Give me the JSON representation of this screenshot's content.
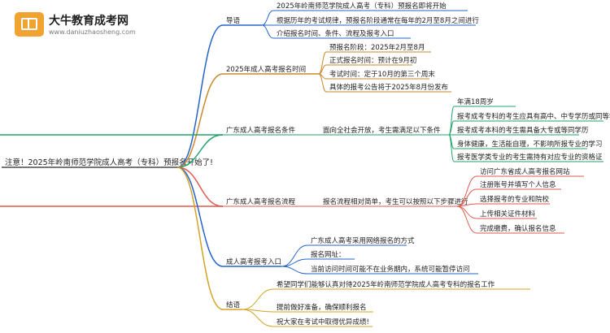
{
  "site": {
    "name": "大牛教育成考网",
    "url": "www.daniuzhaosheng.com"
  },
  "root": "注意！2025年岭南师范学院成人高考（专科）预报名开始了!",
  "branches": [
    {
      "label": "导语",
      "color": "#2563c9",
      "children": [
        {
          "label": "2025年岭南师范学院成人高考（专科）预报名即将开始"
        },
        {
          "label": "根据历年的考试规律，预报名阶段通常在每年的2月至8月之间进行"
        },
        {
          "label": "介绍报名时间、条件、流程及报考入口"
        }
      ]
    },
    {
      "label": "2025年成人高考报名时间",
      "color": "#c98a2b",
      "children": [
        {
          "label": "预报名阶段：2025年2月至8月"
        },
        {
          "label": "正式报名时间：预计在9月初"
        },
        {
          "label": "考试时间：定于10月的第三个周末"
        },
        {
          "label": "具体的报考公告将于2025年8月份发布"
        }
      ]
    },
    {
      "label": "广东成人高考报名条件",
      "color": "#22a36b",
      "children": [
        {
          "label": "面向全社会开放，考生需满足以下条件",
          "children": [
            {
              "label": "年满18周岁"
            },
            {
              "label": "报考成考专科的考生应具有高中、中专学历或同等学力"
            },
            {
              "label": "报考成考本科的考生需具备大专或等同学历"
            },
            {
              "label": "身体健康，生活能自理，不影响所报专业的学习"
            },
            {
              "label": "报考医学类专业的考生需持有对应专业的资格证"
            }
          ]
        }
      ]
    },
    {
      "label": "广东成人高考报名流程",
      "color": "#e05a4f",
      "children": [
        {
          "label": "报名流程相对简单，考生可以按照以下步骤进行",
          "children": [
            {
              "label": "访问广东省成人高考报名网站"
            },
            {
              "label": "注册账号并填写个人信息"
            },
            {
              "label": "选择报考的专业和院校"
            },
            {
              "label": "上传相关证件材料"
            },
            {
              "label": "完成缴费，确认报名信息"
            }
          ]
        }
      ]
    },
    {
      "label": "成人高考报考入口",
      "color": "#2563c9",
      "children": [
        {
          "label": "广东成人高考采用网络报名的方式"
        },
        {
          "label": "报名网址："
        },
        {
          "label": "当前访问时间可能不在业务期内，系统可能暂停访问"
        }
      ]
    },
    {
      "label": "结语",
      "color": "#d4a326",
      "children": [
        {
          "label": "希望同学们能够认真对待2025年岭南师范学院成人高考专科的报名工作"
        },
        {
          "label": "提前做好准备，确保顺利报名"
        },
        {
          "label": "祝大家在考试中取得优异成绩!"
        }
      ]
    }
  ]
}
